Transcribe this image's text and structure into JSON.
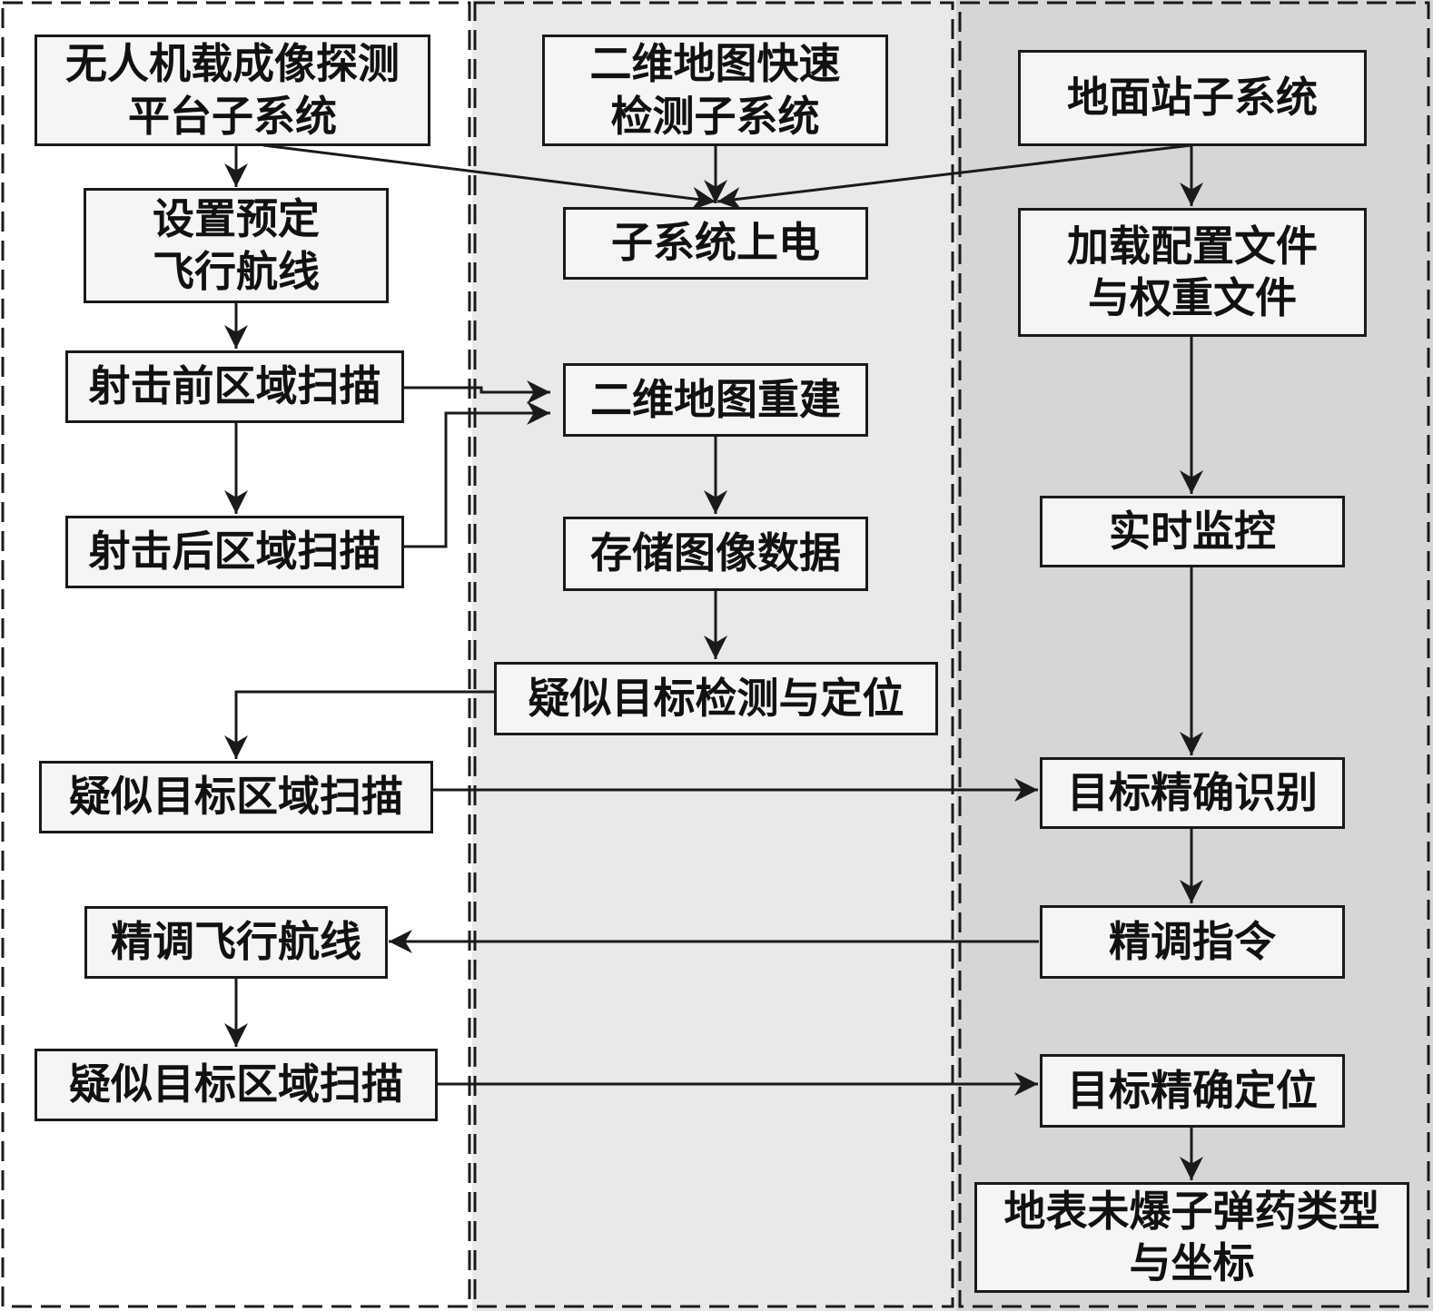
{
  "columns": [
    {
      "id": "uav"
    },
    {
      "id": "map"
    },
    {
      "id": "ground"
    }
  ],
  "nodes": {
    "uav_title": "无人机载成像探测\n平台子系统",
    "set_route": "设置预定\n飞行航线",
    "pre_scan": "射击前区域扫描",
    "post_scan": "射击后区域扫描",
    "suspect_scan_1": "疑似目标区域扫描",
    "fine_tune_route": "精调飞行航线",
    "suspect_scan_2": "疑似目标区域扫描",
    "map_title": "二维地图快速\n检测子系统",
    "power_on": "子系统上电",
    "map_rebuild": "二维地图重建",
    "store_images": "存储图像数据",
    "suspect_detect": "疑似目标检测与定位",
    "ground_title": "地面站子系统",
    "load_config": "加载配置文件\n与权重文件",
    "monitor": "实时监控",
    "target_identify": "目标精确识别",
    "tune_command": "精调指令",
    "target_locate": "目标精确定位",
    "result": "地表未爆子弹药类型\n与坐标"
  },
  "colors": {
    "col1_bg": "#ffffff",
    "col2_bg": "#e9e9e9",
    "col3_bg": "#d6d6d6",
    "box_fill": "#f5f5f5",
    "line": "#1a1a1a"
  }
}
